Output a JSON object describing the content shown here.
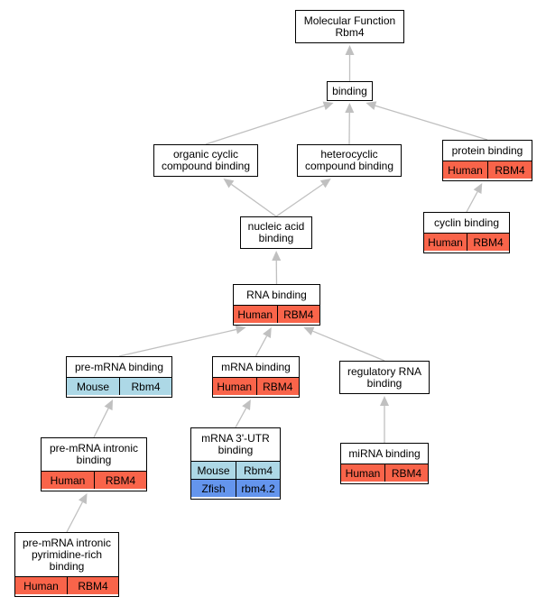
{
  "colors": {
    "human": "#f9644a",
    "mouse": "#add8e6",
    "zfish": "#6495ed",
    "edge": "#c0c0c0"
  },
  "nodes": {
    "mf": {
      "label": "Molecular Function\nRbm4",
      "annotations": []
    },
    "binding": {
      "label": "binding",
      "annotations": []
    },
    "occ": {
      "label": "organic cyclic\ncompound binding",
      "annotations": []
    },
    "hcc": {
      "label": "heterocyclic\ncompound binding",
      "annotations": []
    },
    "pb": {
      "label": "protein binding",
      "annotations": [
        {
          "species": "Human",
          "gene": "RBM4",
          "color": "human"
        }
      ]
    },
    "cb": {
      "label": "cyclin binding",
      "annotations": [
        {
          "species": "Human",
          "gene": "RBM4",
          "color": "human"
        }
      ]
    },
    "nab": {
      "label": "nucleic acid\nbinding",
      "annotations": []
    },
    "rna": {
      "label": "RNA binding",
      "annotations": [
        {
          "species": "Human",
          "gene": "RBM4",
          "color": "human"
        }
      ]
    },
    "pre": {
      "label": "pre-mRNA binding",
      "annotations": [
        {
          "species": "Mouse",
          "gene": "Rbm4",
          "color": "mouse"
        }
      ]
    },
    "mrna": {
      "label": "mRNA binding",
      "annotations": [
        {
          "species": "Human",
          "gene": "RBM4",
          "color": "human"
        }
      ]
    },
    "reg": {
      "label": "regulatory RNA\nbinding",
      "annotations": []
    },
    "intr": {
      "label": "pre-mRNA intronic\nbinding",
      "annotations": [
        {
          "species": "Human",
          "gene": "RBM4",
          "color": "human"
        }
      ]
    },
    "utr": {
      "label": "mRNA 3'-UTR\nbinding",
      "annotations": [
        {
          "species": "Mouse",
          "gene": "Rbm4",
          "color": "mouse"
        },
        {
          "species": "Zfish",
          "gene": "rbm4.2",
          "color": "zfish"
        }
      ]
    },
    "mir": {
      "label": "miRNA binding",
      "annotations": [
        {
          "species": "Human",
          "gene": "RBM4",
          "color": "human"
        }
      ]
    },
    "pyr": {
      "label": "pre-mRNA intronic\npyrimidine-rich\nbinding",
      "annotations": [
        {
          "species": "Human",
          "gene": "RBM4",
          "color": "human"
        }
      ]
    }
  },
  "edges": [
    [
      "binding",
      "mf"
    ],
    [
      "occ",
      "binding"
    ],
    [
      "hcc",
      "binding"
    ],
    [
      "pb",
      "binding"
    ],
    [
      "cb",
      "pb"
    ],
    [
      "nab",
      "occ"
    ],
    [
      "nab",
      "hcc"
    ],
    [
      "rna",
      "nab"
    ],
    [
      "pre",
      "rna"
    ],
    [
      "mrna",
      "rna"
    ],
    [
      "reg",
      "rna"
    ],
    [
      "intr",
      "pre"
    ],
    [
      "utr",
      "mrna"
    ],
    [
      "mir",
      "reg"
    ],
    [
      "pyr",
      "intr"
    ]
  ]
}
